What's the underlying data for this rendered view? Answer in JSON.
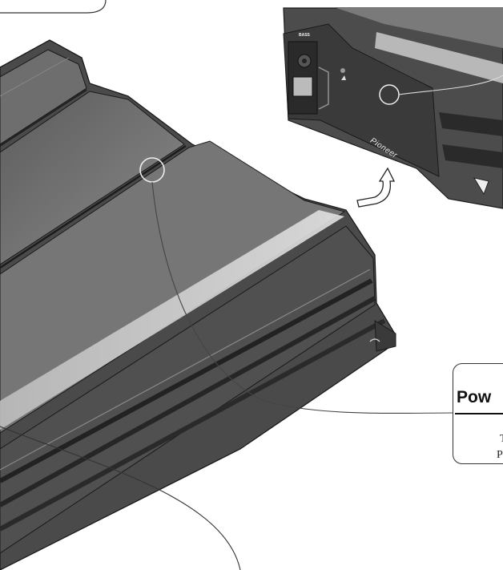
{
  "callout": {
    "title": "Pow",
    "line1": "T",
    "line2": "P"
  },
  "inset": {
    "brand": "Pioneer",
    "port_label": "BASS"
  },
  "colors": {
    "body_dark": "#4a4a4a",
    "body_mid": "#7a7a7a",
    "highlight": "#c8c8c8",
    "outline": "#1a1a1a"
  }
}
